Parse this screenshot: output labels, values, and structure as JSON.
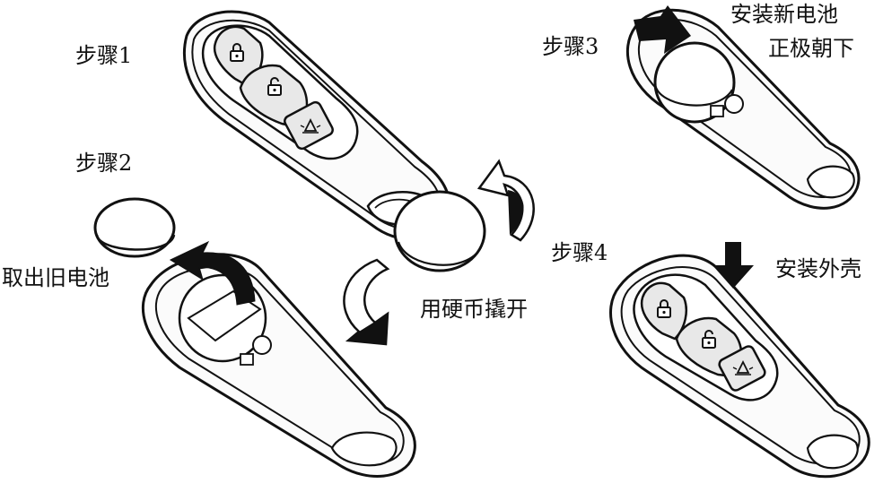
{
  "labels": {
    "step1": "步骤1",
    "step2": "步骤2",
    "step3": "步骤3",
    "step4": "步骤4",
    "remove_old_battery": "取出旧电池",
    "pry_with_coin": "用硬币撬开",
    "install_new_battery_line1": "安装新电池",
    "install_new_battery_line2": "正极朝下",
    "install_shell": "安装外壳"
  },
  "colors": {
    "ink": "#111111",
    "paper": "#ffffff",
    "button_fill": "#e8e8e8",
    "shell_fill": "#fbfbfb"
  },
  "icons": [
    "lock-icon",
    "unlock-icon",
    "panic-horn-icon",
    "coin-icon",
    "battery-icon",
    "arrow-icon"
  ]
}
